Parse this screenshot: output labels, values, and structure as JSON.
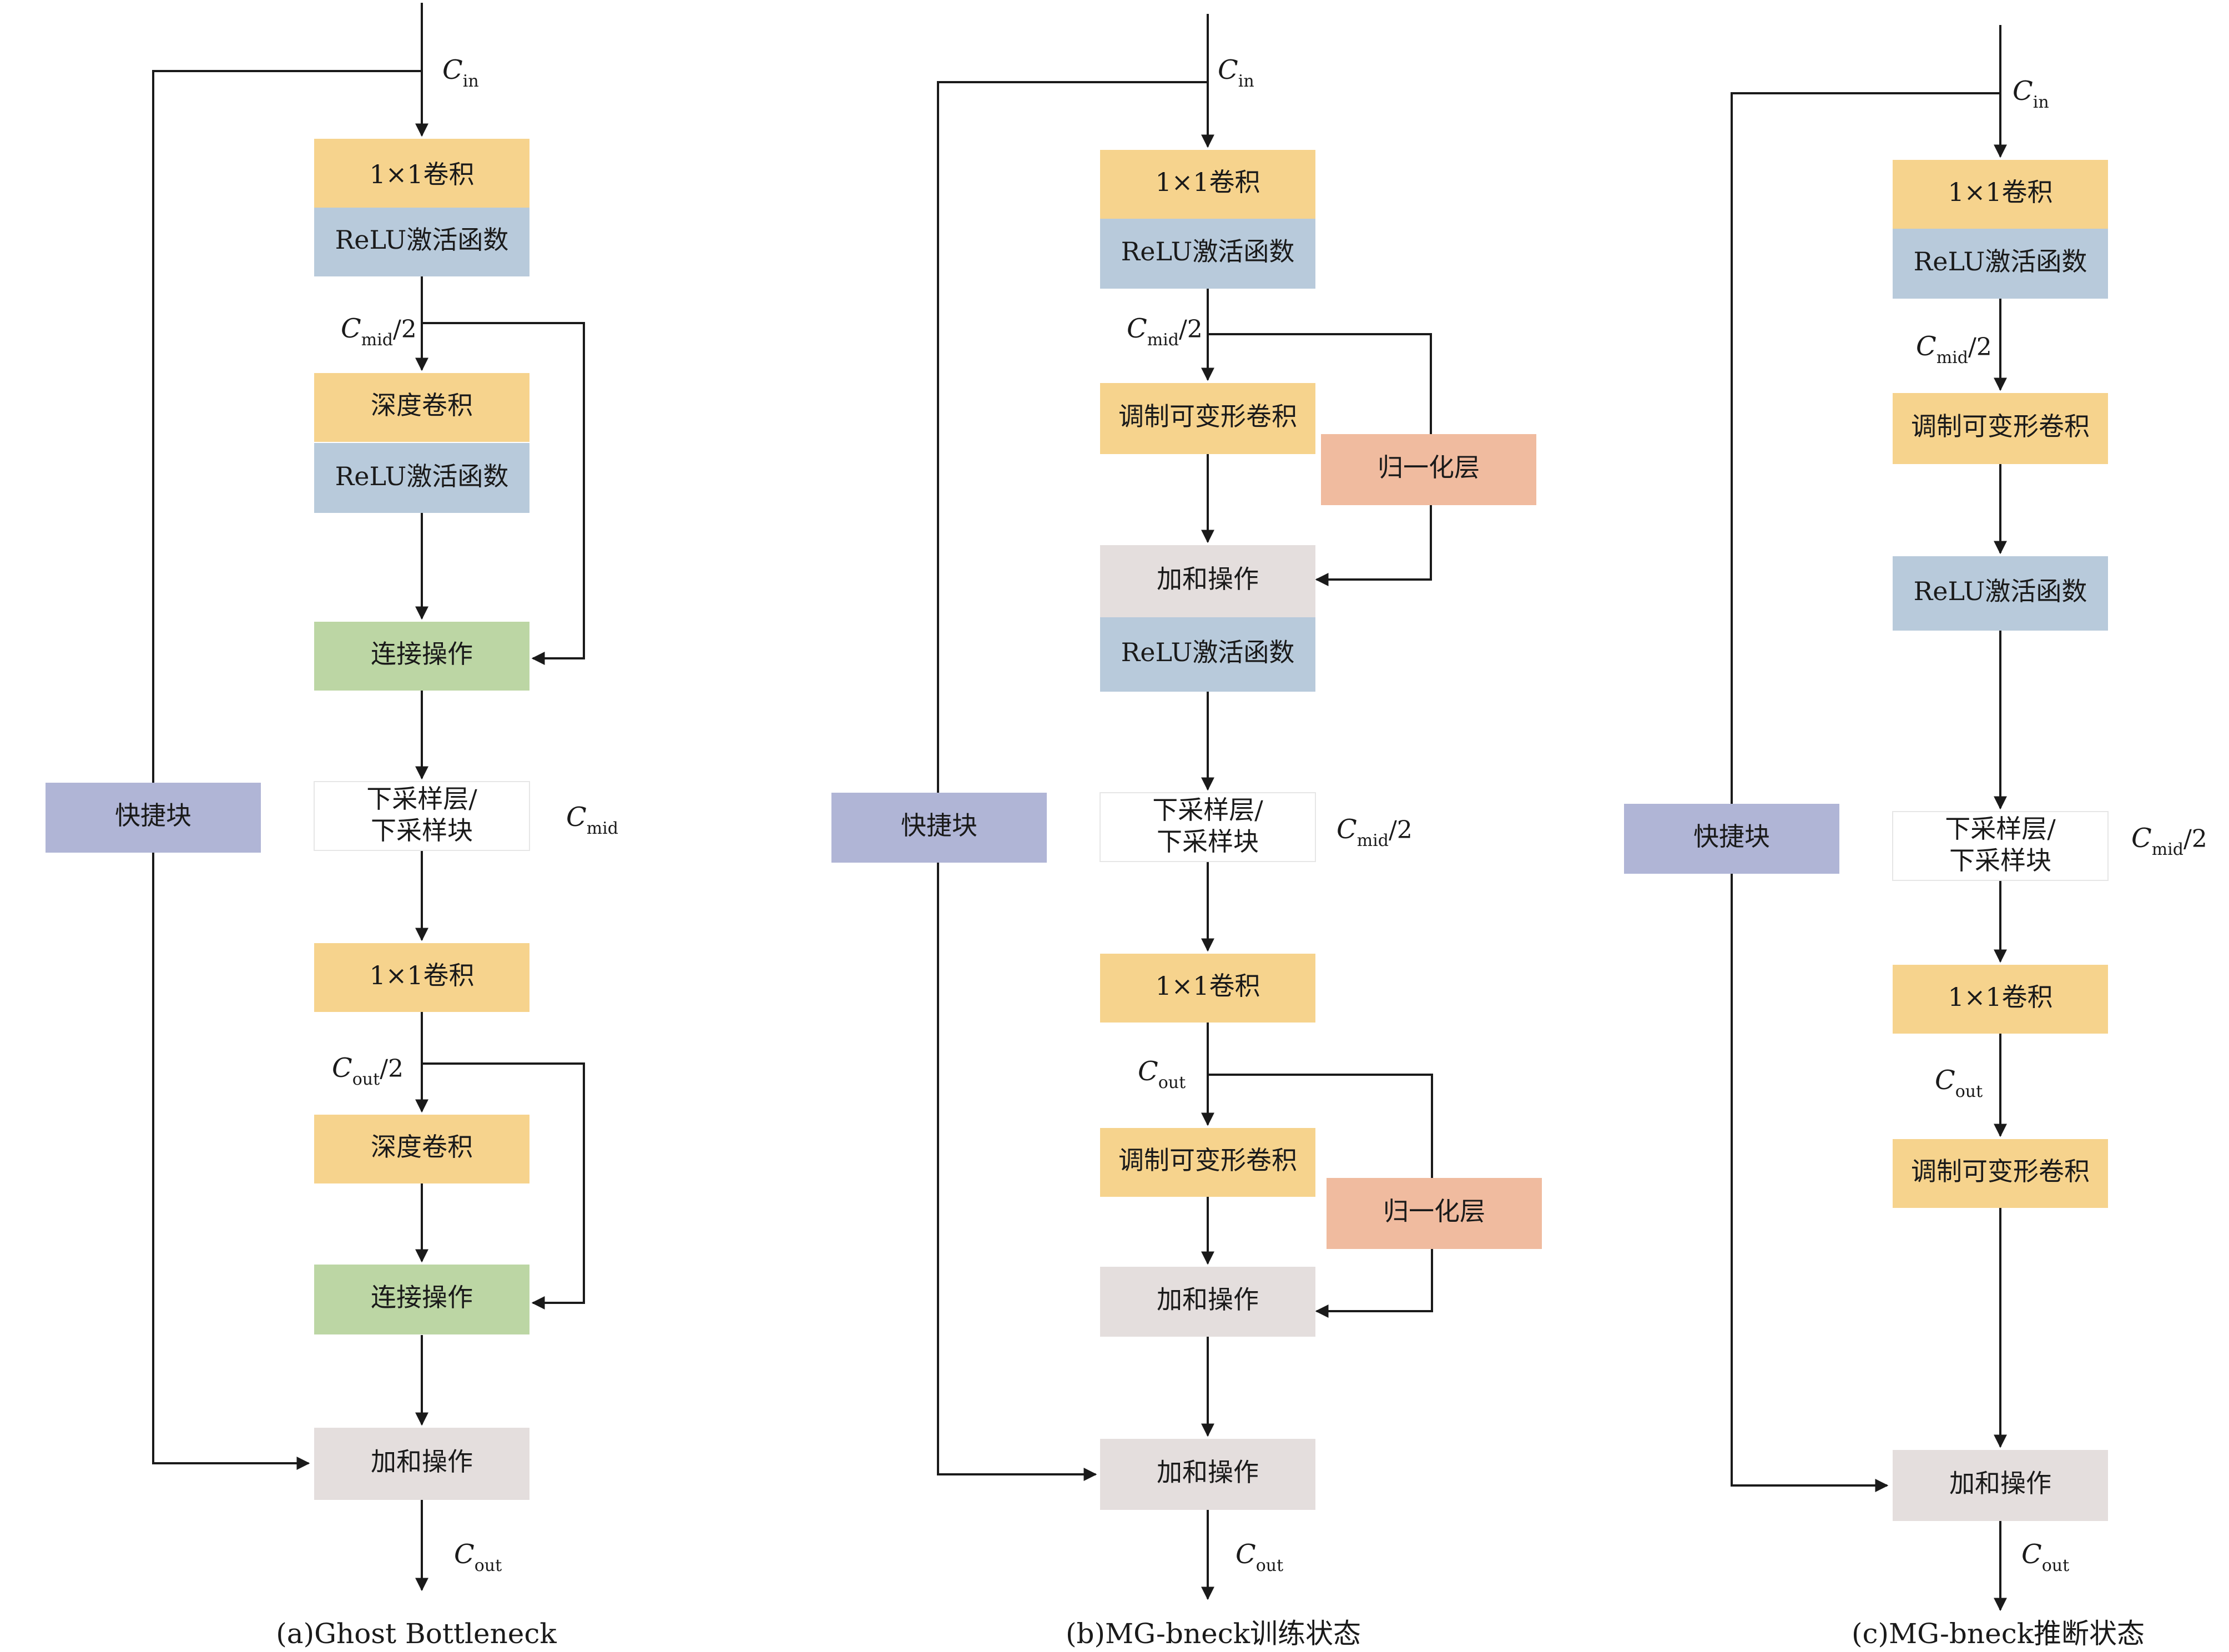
{
  "colors": {
    "conv": "#f6d38d",
    "relu": "#b8cadb",
    "concat": "#bcd6a4",
    "add": "#e4dedd",
    "shortcut": "#b0b5d6",
    "norm": "#f0bb9f",
    "sampler": "#ffffff"
  },
  "labels": {
    "conv1x1": "1×1卷积",
    "relu": "ReLU激活函数",
    "depthwise": "深度卷积",
    "concat": "连接操作",
    "add": "加和操作",
    "shortcut": "快捷块",
    "sampler_line1": "下采样层/",
    "sampler_line2": "下采样块",
    "modulated": "调制可变形卷积",
    "norm": "归一化层",
    "C": "C",
    "in": "in",
    "mid": "mid",
    "out": "out",
    "half": "/2"
  },
  "captions": {
    "a": "(a)Ghost Bottleneck",
    "b": "(b)MG-bneck训练状态",
    "c": "(c)MG-bneck推断状态"
  }
}
